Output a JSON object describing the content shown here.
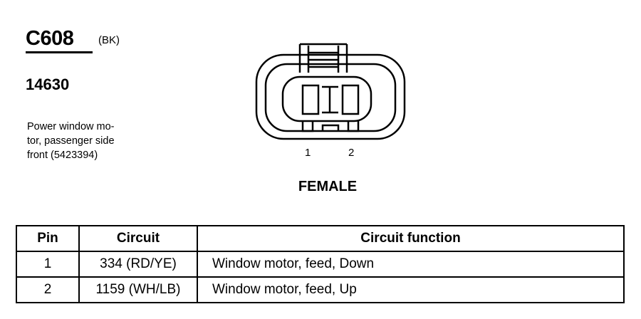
{
  "connector": {
    "id": "C608",
    "color_code": "(BK)",
    "part_number": "14630",
    "description_lines": [
      "Power window mo-",
      "tor, passenger side",
      "front (5423394)"
    ],
    "gender": "FEMALE",
    "pin_labels": [
      "1",
      "2"
    ]
  },
  "table": {
    "headers": [
      "Pin",
      "Circuit",
      "Circuit function"
    ],
    "rows": [
      {
        "pin": "1",
        "circuit": "334 (RD/YE)",
        "function": "Window motor, feed, Down"
      },
      {
        "pin": "2",
        "circuit": "1159 (WH/LB)",
        "function": "Window motor, feed, Up"
      }
    ]
  }
}
